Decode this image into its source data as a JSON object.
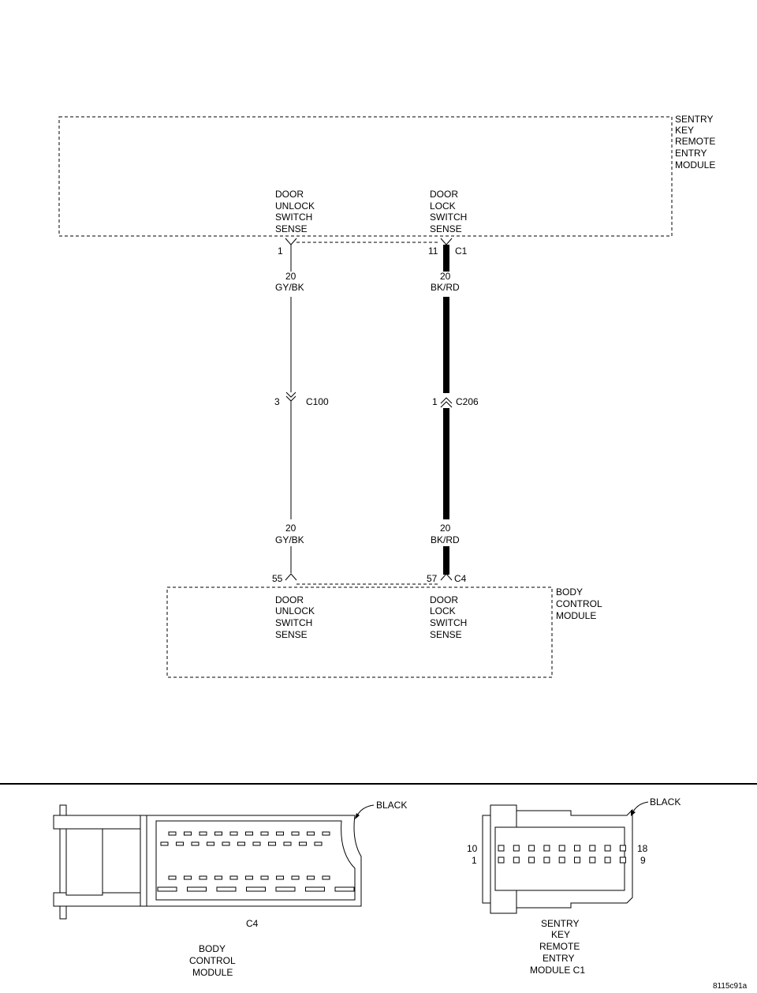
{
  "sentry_module": {
    "name": [
      "SENTRY",
      "KEY",
      "REMOTE",
      "ENTRY",
      "MODULE"
    ]
  },
  "bcm_module": {
    "name": [
      "BODY",
      "CONTROL",
      "MODULE"
    ]
  },
  "circuits": [
    {
      "top_label": [
        "DOOR",
        "UNLOCK",
        "SWITCH",
        "SENSE"
      ],
      "top_pin": "1",
      "top_connector": "",
      "upper_gauge": "20",
      "upper_color": "GY/BK",
      "inline_pin": "3",
      "inline_connector": "C100",
      "lower_gauge": "20",
      "lower_color": "GY/BK",
      "bottom_pin": "55",
      "bottom_connector": "",
      "bottom_label": [
        "DOOR",
        "UNLOCK",
        "SWITCH",
        "SENSE"
      ]
    },
    {
      "top_label": [
        "DOOR",
        "LOCK",
        "SWITCH",
        "SENSE"
      ],
      "top_pin": "11",
      "top_connector": "C1",
      "upper_gauge": "20",
      "upper_color": "BK/RD",
      "inline_pin": "1",
      "inline_connector": "C206",
      "lower_gauge": "20",
      "lower_color": "BK/RD",
      "bottom_pin": "57",
      "bottom_connector": "C4",
      "bottom_label": [
        "DOOR",
        "LOCK",
        "SWITCH",
        "SENSE"
      ]
    }
  ],
  "connector_views": {
    "bcm": {
      "color": "BLACK",
      "connector": "C4",
      "caption": [
        "BODY",
        "CONTROL",
        "MODULE"
      ]
    },
    "sentry": {
      "color": "BLACK",
      "pins_top": [
        "10",
        "18"
      ],
      "pins_bottom": [
        "1",
        "9"
      ],
      "caption": [
        "SENTRY",
        "KEY",
        "REMOTE",
        "ENTRY",
        "MODULE C1"
      ]
    }
  },
  "figure_id": "8115c91a"
}
